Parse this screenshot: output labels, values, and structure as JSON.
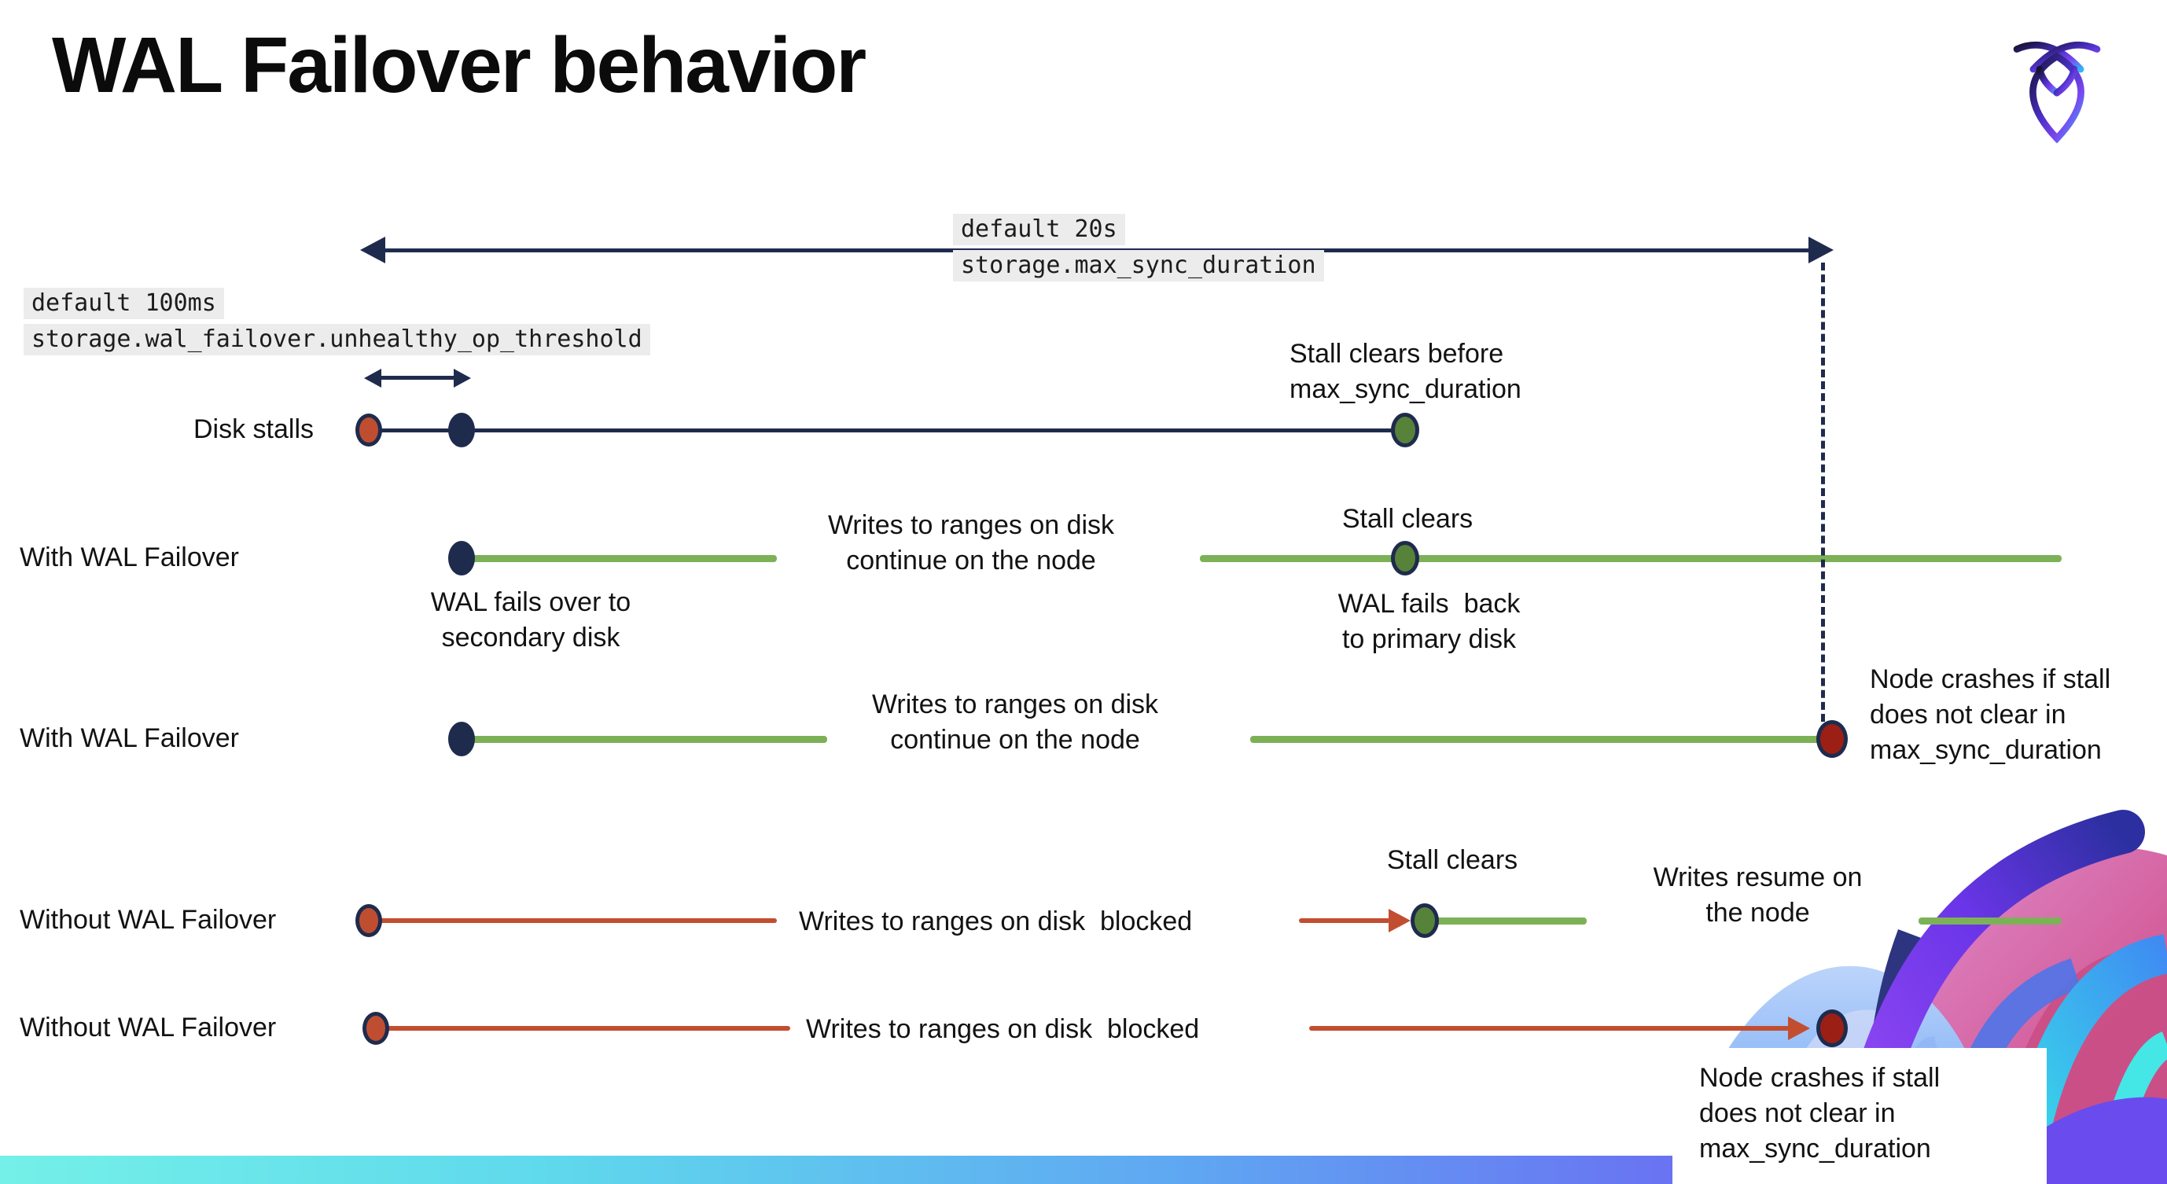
{
  "title": "WAL Failover behavior",
  "config": {
    "max_sync_duration": {
      "default": "default 20s",
      "setting": "storage.max_sync_duration"
    },
    "unhealthy_op_threshold": {
      "default": "default 100ms",
      "setting": "storage.wal_failover.unhealthy_op_threshold"
    }
  },
  "rows": [
    {
      "label": "Disk stalls",
      "stall_clears": "Stall clears before\nmax_sync_duration"
    },
    {
      "label": "With WAL Failover",
      "writes": "Writes to ranges on disk\ncontinue on the node",
      "stall_clears": "Stall clears",
      "fails_over": "WAL fails over to\nsecondary disk",
      "fails_back": "WAL fails  back\nto primary disk"
    },
    {
      "label": "With WAL Failover",
      "writes": "Writes to ranges on disk\ncontinue on the node",
      "node_crashes": "Node crashes if stall\ndoes not clear in\nmax_sync_duration"
    },
    {
      "label": "Without WAL Failover",
      "writes": "Writes to ranges on disk  blocked",
      "stall_clears": "Stall clears",
      "writes_resume": "Writes resume on\nthe node"
    },
    {
      "label": "Without WAL Failover",
      "writes": "Writes to ranges on disk  blocked",
      "node_crashes": "Node crashes if stall\ndoes not clear in\nmax_sync_duration"
    }
  ],
  "icons": {
    "logo": "cockroachdb-logo-icon"
  },
  "colors": {
    "navy": "#1f2b4d",
    "green_line": "#7db157",
    "green_dot": "#56823a",
    "red": "#c24e31",
    "dark_red": "#9b1f15",
    "code_highlight_bg": "#ececec",
    "bar_gradient_start": "#74f0e8",
    "bar_gradient_end": "#6e4ff2"
  }
}
